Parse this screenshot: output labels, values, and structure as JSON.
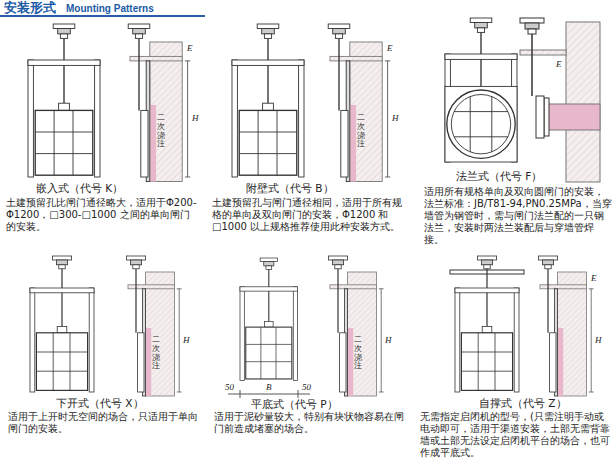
{
  "diagram": {
    "title": "安装形式",
    "labels": [
      "Mounting Patterns",
      "E",
      "H",
      "二次浇注",
      "嵌入式（代号 K）",
      "土建预留孔比闸门通径略大，适用于Φ200-Φ1200，□300-□1000 之间的单向闸门的安装。",
      "E",
      "H",
      "二次浇注",
      "附壁式（代号 B）",
      "土建预留孔与闸门通径相同，适用于所有规格的单向及双向闸门的安装，Φ1200 和□1000 以上规格推荐使用此种安装方式。",
      "E",
      "法兰式（代号 F）",
      "适用所有规格单向及双向圆闸门的安装，法兰标准：JB/T81-94,PN0.25MPa，当穿墙管为钢管时，需与闸门法兰配的一只钢法兰，安装时两法兰装配后与穿墙管焊接。",
      "H",
      "二次浇注",
      "下开式（代号 X）",
      "适用于上开时无空间的场合，只适用于单向闸门的安装。",
      "50",
      "B",
      "50",
      "H",
      "二次浇注",
      "平底式（代号 P）",
      "适用于泥砂量较大，特别有块状物容易在闸门前造成堵塞的场合。",
      "E",
      "H",
      "自撑式（代号 Z）",
      "无需指定启闭机的型号，(只需注明手动或电动即可，适用于渠道安装，土部无需背靠墙或土部无法设定启闭机平台的场合，也可作成平底式。"
    ]
  }
}
